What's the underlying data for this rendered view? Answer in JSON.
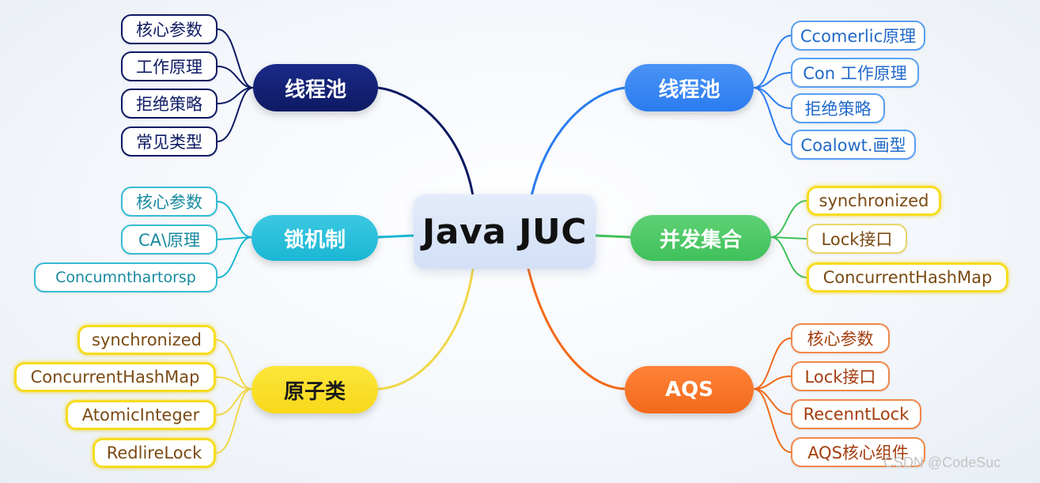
{
  "center": {
    "label": "Java JUC"
  },
  "colors": {
    "navy": "#0d1a63",
    "blue": "#2b7cf0",
    "cyan": "#1ab7d4",
    "green": "#3fc15a",
    "yellow": "#f7dc1e",
    "orange": "#f26a1b"
  },
  "branches": {
    "top_left": {
      "label": "线程池",
      "items": [
        "核心参数",
        "工作原理",
        "拒绝策略",
        "常见类型"
      ]
    },
    "top_right": {
      "label": "线程池",
      "items": [
        "Ccomerlic原理",
        "Con 工作原理",
        "拒绝策略",
        "Coalowt.画型"
      ]
    },
    "mid_left": {
      "label": "锁机制",
      "items": [
        "核心参数",
        "CA\\原理",
        "Concumnthartorsp"
      ]
    },
    "mid_right": {
      "label": "并发集合",
      "items": [
        "synchronized",
        "Lock接口",
        "ConcurrentHashMap"
      ]
    },
    "bottom_left": {
      "label": "原子类",
      "items": [
        "synchronized",
        "ConcurrentHashMap",
        "AtomicInteger",
        "RedlireLock"
      ]
    },
    "bottom_right": {
      "label": "AQS",
      "items": [
        "核心参数",
        "Lock接口",
        "RecenntLock",
        "AQS核心组件"
      ]
    }
  },
  "watermark": "CSDN @CodeSuc"
}
